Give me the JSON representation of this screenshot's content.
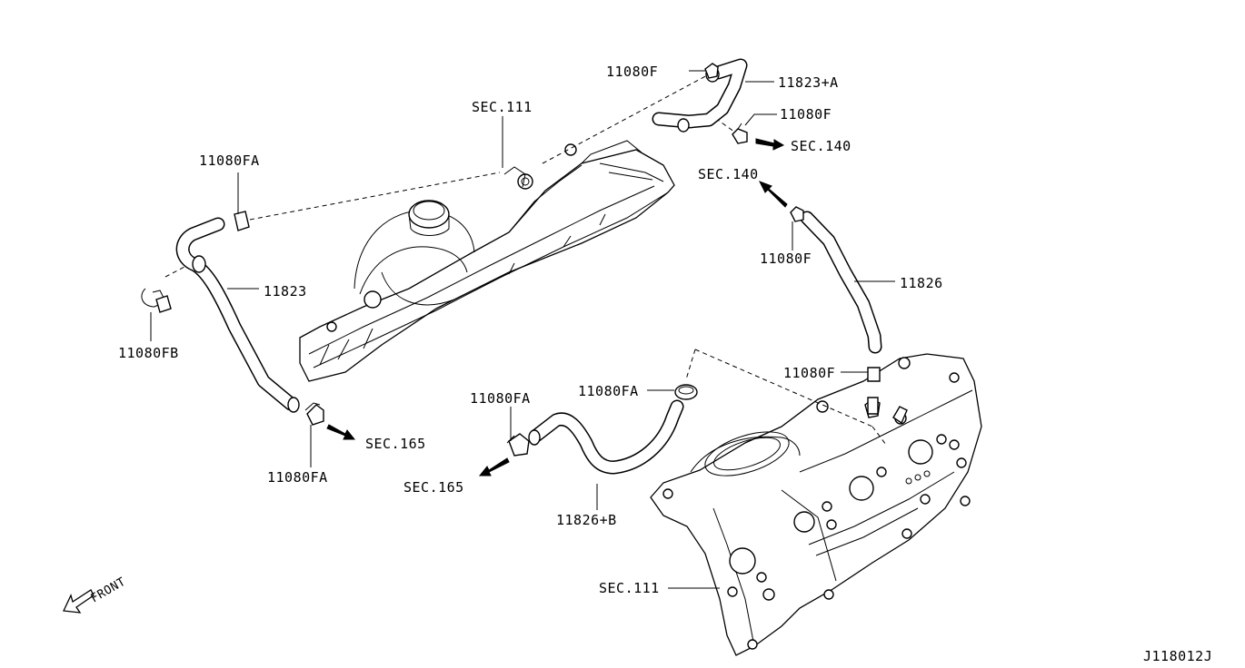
{
  "labels": {
    "clamp_top_left": "11080F",
    "hose_top": "11823+A",
    "clamp_top_right": "11080F",
    "sec_140_top": "SEC.140",
    "sec_111_top": "SEC.111",
    "clamp_fa_left": "11080FA",
    "sec_140_mid": "SEC.140",
    "clamp_f_mid": "11080F",
    "hose_left": "11823",
    "hose_right": "11826",
    "clamp_fb": "11080FB",
    "clamp_f_lower": "11080F",
    "clamp_fa_mid": "11080FA",
    "clamp_fa_center": "11080FA",
    "sec_165_left": "SEC.165",
    "clamp_fa_bottom": "11080FA",
    "sec_165_center": "SEC.165",
    "hose_center": "11826+B",
    "sec_111_bottom": "SEC.111",
    "front": "FRONT",
    "diagram_code": "J118012J"
  },
  "icons": {
    "front_arrow": "front-direction-arrow-icon",
    "flow_arrow": "flow-direction-arrow-icon"
  }
}
